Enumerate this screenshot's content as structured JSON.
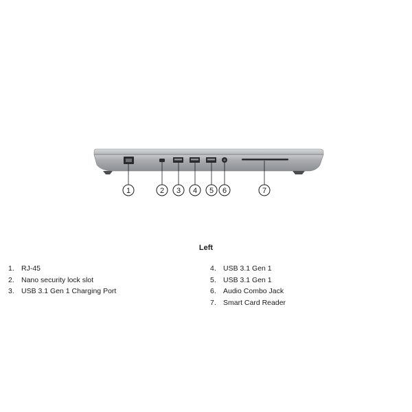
{
  "section_title": "Left",
  "callouts": [
    "1",
    "2",
    "3",
    "4",
    "5",
    "6",
    "7"
  ],
  "legend_left": [
    {
      "num": "1.",
      "label": "RJ-45"
    },
    {
      "num": "2.",
      "label": "Nano security lock slot"
    },
    {
      "num": "3.",
      "label": "USB 3.1 Gen 1 Charging Port"
    }
  ],
  "legend_right": [
    {
      "num": "4.",
      "label": "USB 3.1 Gen 1"
    },
    {
      "num": "5.",
      "label": "USB 3.1 Gen 1"
    },
    {
      "num": "6.",
      "label": "Audio Combo Jack"
    },
    {
      "num": "7.",
      "label": "Smart Card Reader"
    }
  ],
  "colors": {
    "chassis": "#9a9c9f",
    "chassis_top": "#c4c6c9",
    "port": "#2b2b2b",
    "text": "#1a1a1a"
  }
}
